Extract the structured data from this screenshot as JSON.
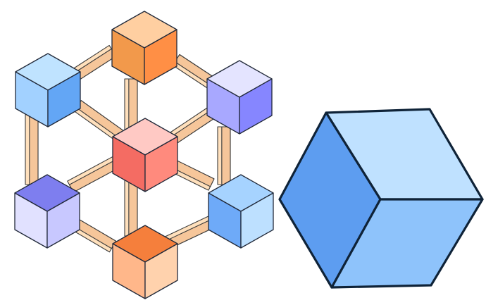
{
  "colors": {
    "outline": "#222a3a",
    "big_outline": "#0f2338",
    "strut_fill": "#ffe0bc",
    "strut_side": "#f6c69a",
    "strut_stroke": "#3a3a3a"
  },
  "cubes": [
    {
      "id": "top",
      "color_name": "orange",
      "colors": [
        "#ffcfa1",
        "#f2994b",
        "#ff8f45"
      ]
    },
    {
      "id": "upper-left",
      "color_name": "sky",
      "colors": [
        "#bfe3ff",
        "#a2d1ff",
        "#63a6f5"
      ]
    },
    {
      "id": "upper-right",
      "color_name": "violet",
      "colors": [
        "#e4e4ff",
        "#a8a8ff",
        "#8686ff"
      ]
    },
    {
      "id": "center",
      "color_name": "coral",
      "colors": [
        "#ffc9c4",
        "#f46c63",
        "#ff8a7d"
      ]
    },
    {
      "id": "lower-left",
      "color_name": "lilac",
      "colors": [
        "#7e7eef",
        "#e1e1ff",
        "#c8c8ff"
      ]
    },
    {
      "id": "lower-right",
      "color_name": "blue",
      "colors": [
        "#a6d3ff",
        "#6eaaf8",
        "#bde0ff"
      ]
    },
    {
      "id": "bottom",
      "color_name": "orange",
      "colors": [
        "#f57f3c",
        "#ffb78a",
        "#ffd2ad"
      ]
    }
  ],
  "big_cube": {
    "color_name": "blue",
    "colors": {
      "top": "#bfe1ff",
      "left": "#5d9df0",
      "right": "#8ec3fb"
    }
  }
}
